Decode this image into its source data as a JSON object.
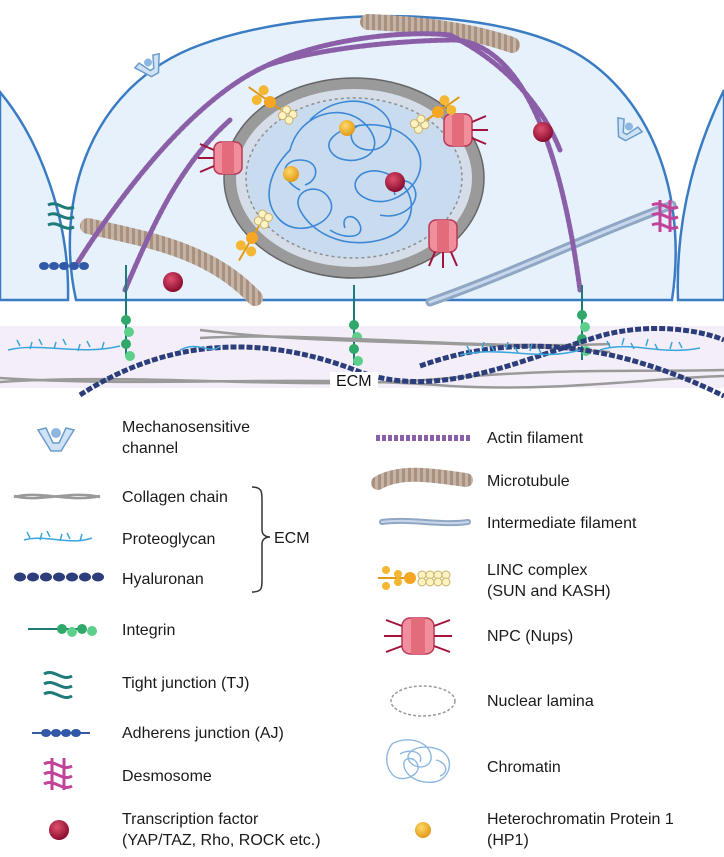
{
  "scene": {
    "ecm_label": "ECM"
  },
  "legend": {
    "left": [
      {
        "icon": "mechanosensitive-channel-icon",
        "label": "Mechanosensitive\nchannel"
      },
      {
        "icon": "collagen-chain-icon",
        "label": "Collagen chain"
      },
      {
        "icon": "proteoglycan-icon",
        "label": "Proteoglycan"
      },
      {
        "icon": "hyaluronan-icon",
        "label": "Hyaluronan"
      },
      {
        "icon": "integrin-icon",
        "label": "Integrin"
      },
      {
        "icon": "tight-junction-icon",
        "label": "Tight junction (TJ)"
      },
      {
        "icon": "adherens-junction-icon",
        "label": "Adherens junction (AJ)"
      },
      {
        "icon": "desmosome-icon",
        "label": "Desmosome"
      },
      {
        "icon": "transcription-factor-icon",
        "label": "Transcription factor\n(YAP/TAZ, Rho, ROCK etc.)"
      }
    ],
    "ecm_group_label": "ECM",
    "right": [
      {
        "icon": "actin-filament-icon",
        "label": "Actin filament"
      },
      {
        "icon": "microtubule-icon",
        "label": "Microtubule"
      },
      {
        "icon": "intermediate-filament-icon",
        "label": "Intermediate filament"
      },
      {
        "icon": "linc-complex-icon",
        "label": "LINC complex\n(SUN and KASH)"
      },
      {
        "icon": "npc-icon",
        "label": "NPC (Nups)"
      },
      {
        "icon": "nuclear-lamina-icon",
        "label": "Nuclear lamina"
      },
      {
        "icon": "chromatin-icon",
        "label": "Chromatin"
      },
      {
        "icon": "hp1-icon",
        "label": "Heterochromatin Protein 1\n(HP1)"
      }
    ]
  },
  "colors": {
    "cell_fill": "#e6f1fb",
    "cell_stroke": "#3a7cc4",
    "actin": "#8a5fa8",
    "microtubule": "#b8a496",
    "intermediate": "#8fa7c4",
    "transcription_factor": "#a3123a",
    "hp1": "#f0b52e",
    "npc": "#e26b7c",
    "integrin": "#2fa86a",
    "hyaluronan": "#2b3d7a",
    "proteoglycan": "#3aa6dc",
    "collagen": "#9a9a9a",
    "desmosome": "#c2449a",
    "tight_junction": "#1f7a7a",
    "ecm_band": "#f3eef7"
  }
}
